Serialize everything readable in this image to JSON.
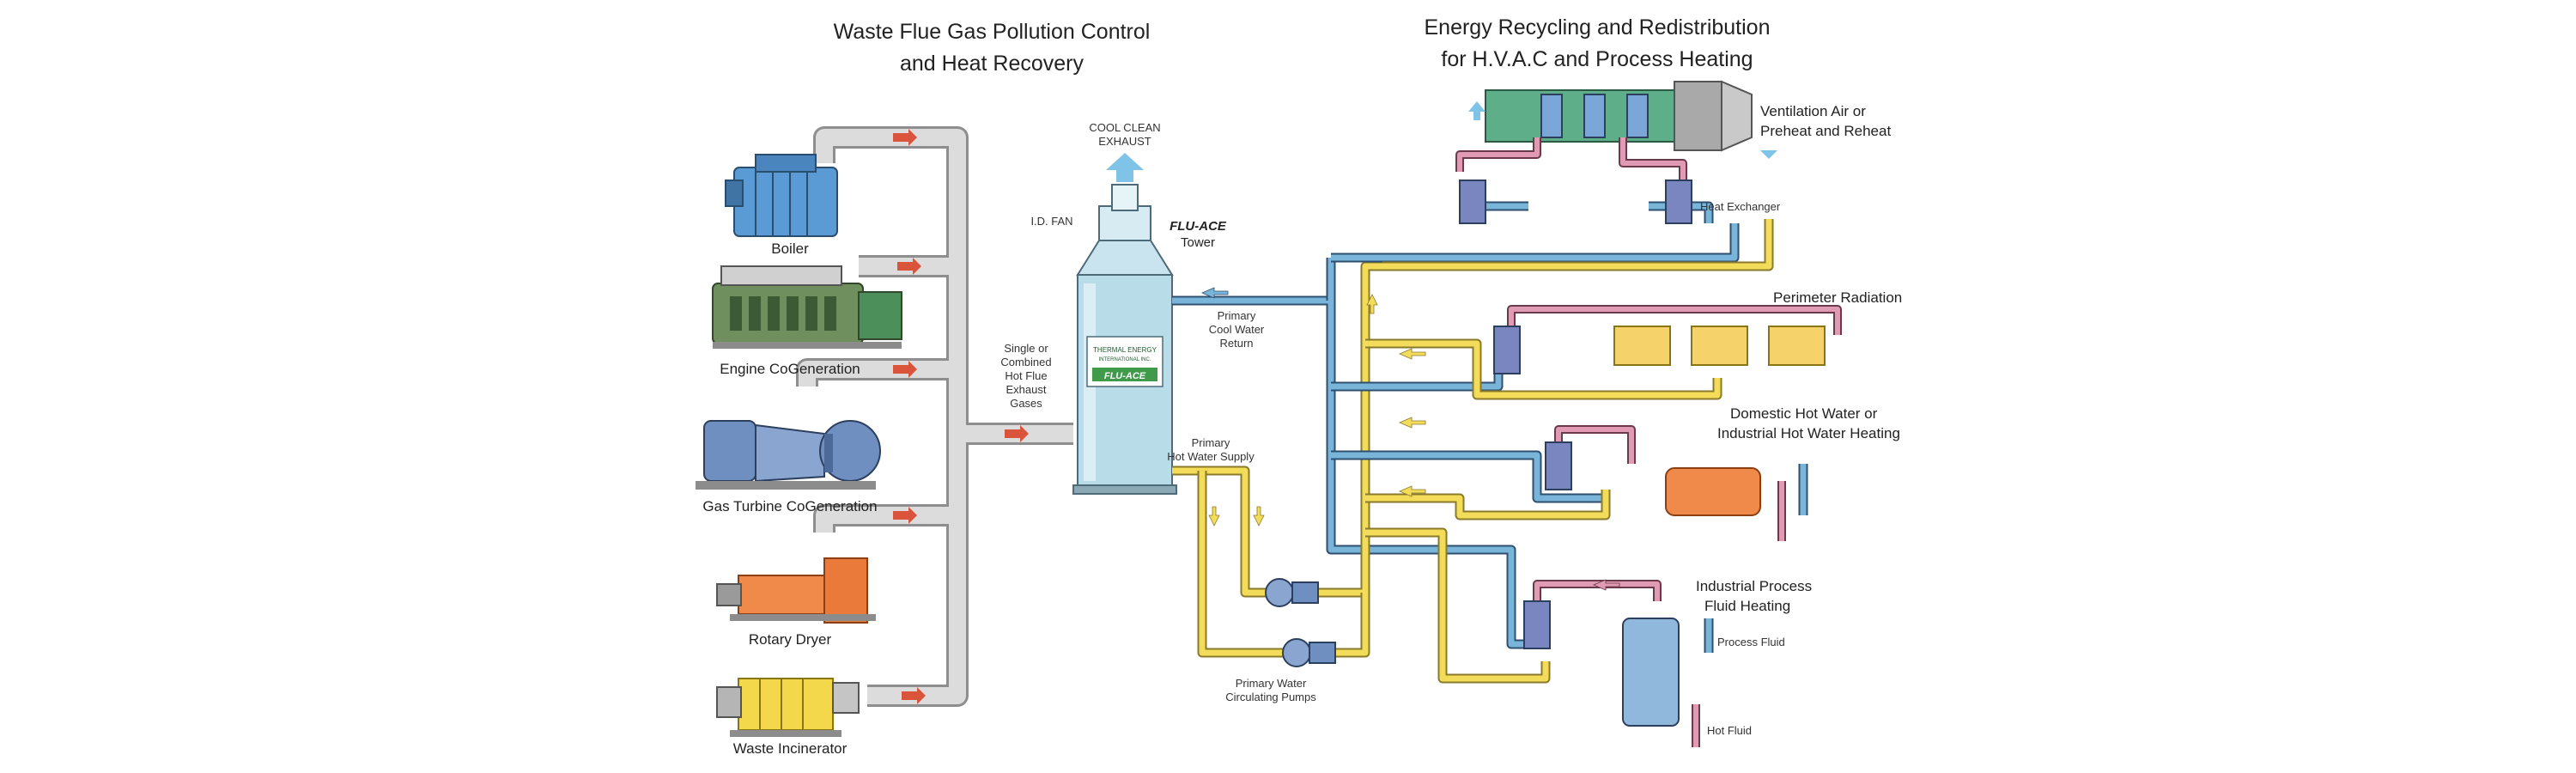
{
  "titles": {
    "left_line1": "Waste Flue Gas Pollution Control",
    "left_line2": "and Heat Recovery",
    "right_line1": "Energy Recycling and Redistribution",
    "right_line2": "for H.V.A.C and Process Heating"
  },
  "sources": [
    {
      "label": "Boiler"
    },
    {
      "label": "Engine CoGeneration"
    },
    {
      "label": "Gas Turbine CoGeneration"
    },
    {
      "label": "Rotary Dryer"
    },
    {
      "label": "Waste Incinerator"
    }
  ],
  "tower": {
    "exhaust_line1": "COOL CLEAN",
    "exhaust_line2": "EXHAUST",
    "fan_label": "I.D. FAN",
    "brand": "FLU-ACE",
    "tower_word": "Tower",
    "badge_line1": "THERMAL ENERGY",
    "badge_line2": "INTERNATIONAL INC.",
    "badge_brand": "FLU-ACE"
  },
  "flue_gas_label": [
    "Single or",
    "Combined",
    "Hot Flue",
    "Exhaust",
    "Gases"
  ],
  "return_label": [
    "Primary",
    "Cool Water",
    "Return"
  ],
  "supply_label": [
    "Primary",
    "Hot Water Supply"
  ],
  "pumps_label": [
    "Primary Water",
    "Circulating Pumps"
  ],
  "heat_exchanger_label": "Heat Exchanger",
  "ventilation_label": [
    "Ventilation Air or",
    "Preheat and Reheat"
  ],
  "perimeter_label": "Perimeter Radiation",
  "domestic_label": [
    "Domestic Hot Water or",
    "Industrial Hot Water Heating"
  ],
  "process_label": [
    "Industrial Process",
    "Fluid Heating"
  ],
  "process_fluid_label": "Process Fluid",
  "hot_fluid_label": "Hot Fluid",
  "colors": {
    "flue_pipe": "#dcdcdc",
    "hot_water": "#f2dc5a",
    "cool_water": "#79b4d9",
    "heated_loop": "#e09ab3",
    "boiler": "#5b9bd5",
    "engine": "#6f8f5f",
    "turbine": "#6f8fc0",
    "dryer": "#f08a4b",
    "incinerator": "#f2d84a",
    "tower": "#b9dde8",
    "arrow": "#d9543a"
  }
}
